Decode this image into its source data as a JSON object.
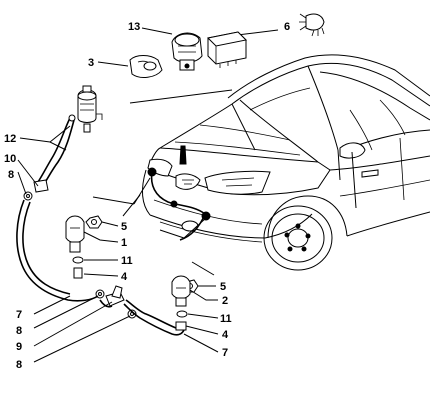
{
  "callouts": [
    {
      "id": "c13",
      "text": "13"
    },
    {
      "id": "c6",
      "text": "6"
    },
    {
      "id": "c3",
      "text": "3"
    },
    {
      "id": "c12",
      "text": "12"
    },
    {
      "id": "c10",
      "text": "10"
    },
    {
      "id": "c8a",
      "text": "8"
    },
    {
      "id": "c5a",
      "text": "5"
    },
    {
      "id": "c1",
      "text": "1"
    },
    {
      "id": "c11a",
      "text": "11"
    },
    {
      "id": "c4a",
      "text": "4"
    },
    {
      "id": "c7a",
      "text": "7"
    },
    {
      "id": "c8b",
      "text": "8"
    },
    {
      "id": "c9",
      "text": "9"
    },
    {
      "id": "c8c",
      "text": "8"
    },
    {
      "id": "c5b",
      "text": "5"
    },
    {
      "id": "c2",
      "text": "2"
    },
    {
      "id": "c11b",
      "text": "11"
    },
    {
      "id": "c4b",
      "text": "4"
    },
    {
      "id": "c7b",
      "text": "7"
    }
  ],
  "icons": {
    "headlamp_symbol": "headlamp-washer-icon"
  },
  "colors": {
    "line": "#000000",
    "background": "#ffffff"
  }
}
